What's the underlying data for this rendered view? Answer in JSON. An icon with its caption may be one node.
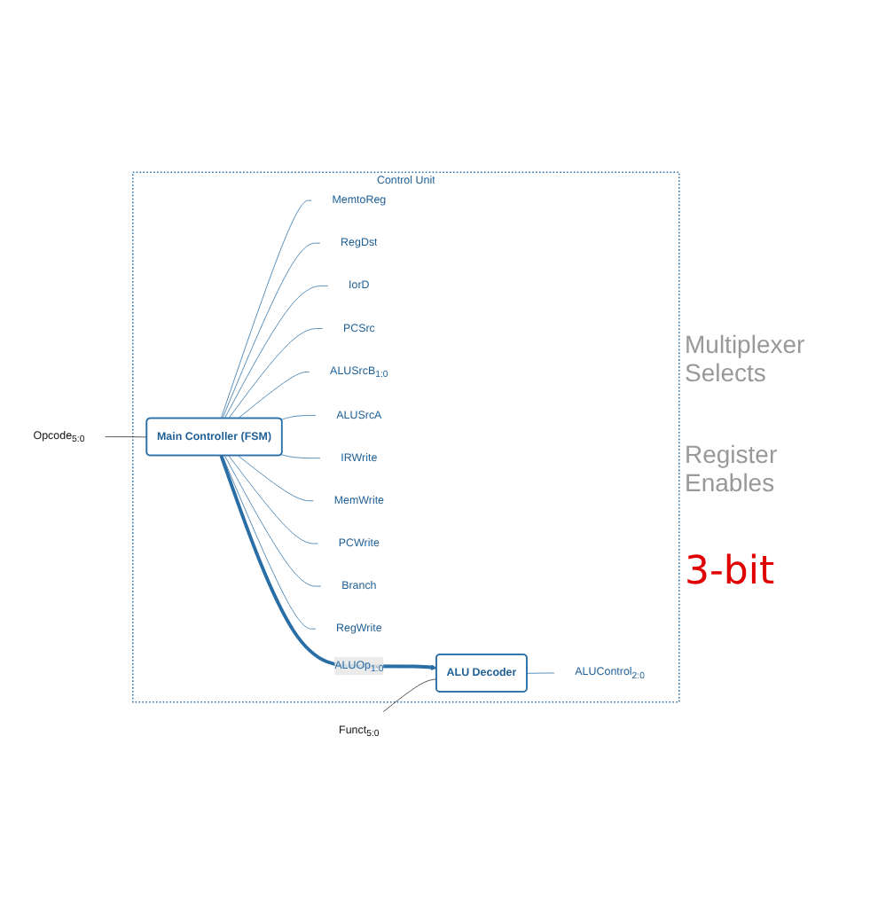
{
  "diagram": {
    "nodes": [
      {
        "text": [
          "Control Unit"
        ]
      },
      {
        "text": [
          "Main Controller (FSM)"
        ],
        "in": 0
      },
      {
        "text": [
          "MemtoReg"
        ],
        "in": 0
      },
      {
        "text": [
          "RegDst"
        ],
        "in": 0
      },
      {
        "text": [
          "IorD"
        ],
        "in": 0
      },
      {
        "text": [
          "PCSrc"
        ],
        "in": 0
      },
      {
        "text": [
          "ALUSrcB$_{1:0}$"
        ],
        "in": 0
      },
      {
        "text": [
          "ALUSrcA"
        ],
        "in": 0
      },
      {
        "text": [
          "IRWrite"
        ],
        "in": 0
      },
      {
        "text": [
          "MemWrite"
        ],
        "in": 0
      },
      {
        "text": [
          "PCWrite"
        ],
        "in": 0
      },
      {
        "text": [
          "Branch"
        ],
        "in": 0
      },
      {
        "text": [
          "RegWrite"
        ],
        "in": 0
      },
      {
        "text": [
          "Opcode$_{5:0}$"
        ]
      },
      {
        "text": [
          "ALU Decoder"
        ],
        "in": 0
      },
      {
        "text": [
          "ALUControl$_{2:0}$"
        ],
        "in": 0
      },
      {
        "text": [
          "Funct$_{5:0}$"
        ]
      }
    ],
    "edges": [
      {
        "from": 1,
        "to": 2,
        "arrow": "none"
      },
      {
        "from": 1,
        "to": 3,
        "arrow": "none"
      },
      {
        "from": 1,
        "to": 4,
        "arrow": "none"
      },
      {
        "from": 1,
        "to": 5,
        "arrow": "none"
      },
      {
        "from": 1,
        "to": 6,
        "arrow": "none"
      },
      {
        "from": 1,
        "to": 7,
        "arrow": "none"
      },
      {
        "from": 1,
        "to": 8,
        "arrow": "none"
      },
      {
        "from": 1,
        "to": 9,
        "arrow": "none"
      },
      {
        "from": 1,
        "to": 10,
        "arrow": "none"
      },
      {
        "from": 1,
        "to": 11,
        "arrow": "none"
      },
      {
        "from": 1,
        "to": 12,
        "arrow": "none"
      },
      {
        "from": 13,
        "to": 1,
        "arrow": "none",
        "color": "#222222"
      },
      {
        "from": 1,
        "to": 14,
        "arrow": "to",
        "label": "ALUOp$_{1:0}$",
        "style": "thick"
      },
      {
        "from": 16,
        "to": 14,
        "arrow": "none",
        "color": "#222222"
      },
      {
        "from": 14,
        "to": 15,
        "arrow": "none"
      }
    ],
    "labels": [
      "Multiplexer Selects",
      "Register Enables",
      "3-bit"
    ]
  }
}
